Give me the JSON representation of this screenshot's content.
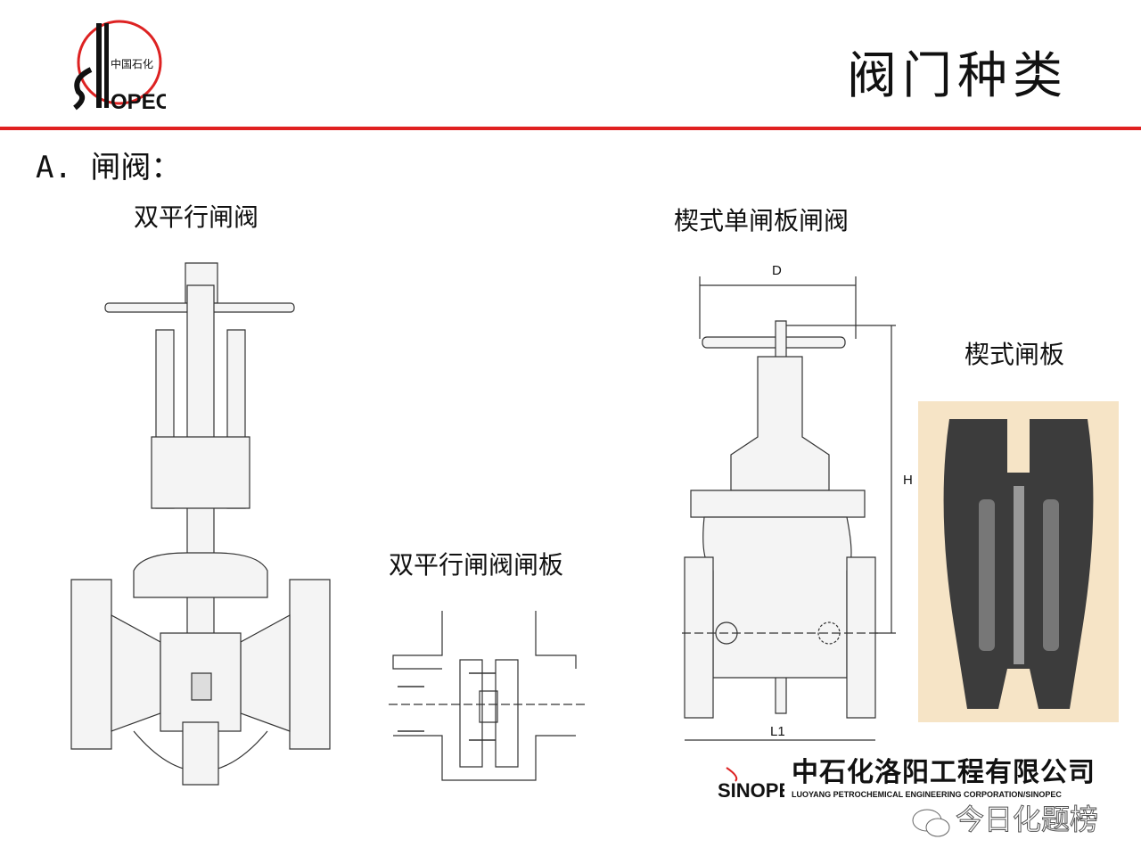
{
  "header": {
    "logo_text": "SINOPEC",
    "logo_cn": "中国石化",
    "title": "阀门种类"
  },
  "section": {
    "heading": "A. 闸阀："
  },
  "figures": {
    "double_parallel": {
      "caption": "双平行闸阀"
    },
    "double_parallel_gate": {
      "caption": "双平行闸阀闸板"
    },
    "wedge_single": {
      "caption": "楔式单闸板闸阀",
      "dim_d": "D",
      "dim_h": "H",
      "dim_l1": "L1"
    },
    "wedge_gate": {
      "caption": "楔式闸板"
    }
  },
  "footer": {
    "logo_text": "SINOPEC",
    "company_cn": "中石化洛阳工程有限公司",
    "company_en": "LUOYANG PETROCHEMICAL ENGINEERING CORPORATION/SINOPEC"
  },
  "watermark": {
    "text": "今日化题榜",
    "icon": "wechat-icon"
  },
  "colors": {
    "accent": "#e02020"
  }
}
